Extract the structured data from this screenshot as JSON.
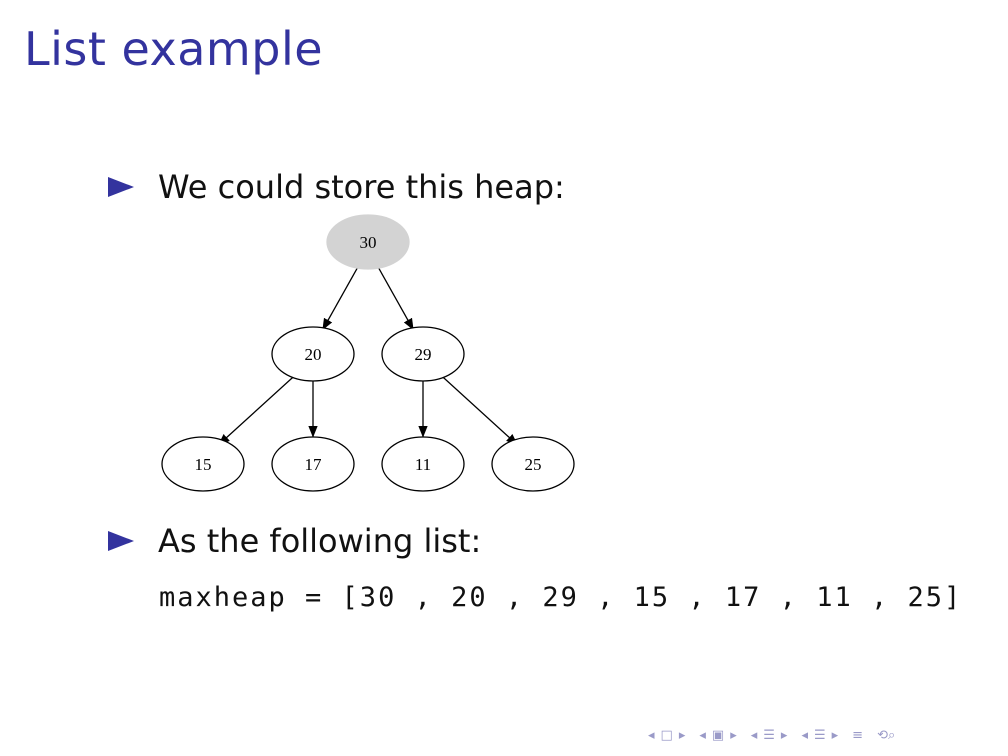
{
  "slide": {
    "title": "List example",
    "bullets": [
      {
        "text": "We could store this heap:"
      },
      {
        "text": "As the following list:"
      }
    ],
    "code": "maxheap = [30 , 20 , 29 , 15 , 17 , 11 , 25]"
  },
  "heap": {
    "nodes": [
      {
        "id": "n30",
        "label": "30",
        "fill": "#d3d3d3"
      },
      {
        "id": "n20",
        "label": "20",
        "fill": "#ffffff"
      },
      {
        "id": "n29",
        "label": "29",
        "fill": "#ffffff"
      },
      {
        "id": "n15",
        "label": "15",
        "fill": "#ffffff"
      },
      {
        "id": "n17",
        "label": "17",
        "fill": "#ffffff"
      },
      {
        "id": "n11",
        "label": "11",
        "fill": "#ffffff"
      },
      {
        "id": "n25",
        "label": "25",
        "fill": "#ffffff"
      }
    ],
    "edges": [
      [
        "n30",
        "n20"
      ],
      [
        "n30",
        "n29"
      ],
      [
        "n20",
        "n15"
      ],
      [
        "n20",
        "n17"
      ],
      [
        "n29",
        "n11"
      ],
      [
        "n29",
        "n25"
      ]
    ]
  },
  "nav": {
    "icons": [
      "nav-left-arrow",
      "frame-icon",
      "nav-right-arrow",
      "nav-left-arrow",
      "subsection-icon",
      "nav-right-arrow",
      "nav-left-arrow",
      "section-icon",
      "nav-right-arrow",
      "nav-left-arrow",
      "outline-icon",
      "nav-right-arrow",
      "align-icon",
      "search-icon"
    ],
    "color": "#9a9ac8"
  }
}
